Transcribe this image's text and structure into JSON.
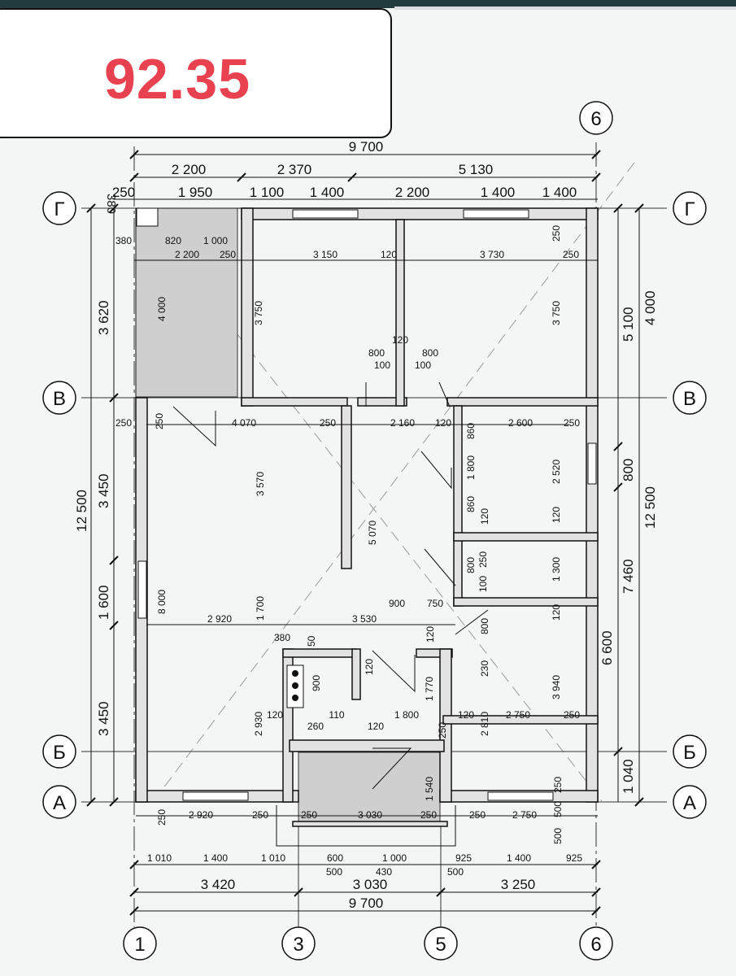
{
  "area_badge": {
    "value": "92.35",
    "color": "#e8414f"
  },
  "axes": {
    "columns": [
      "1",
      "3",
      "5",
      "6"
    ],
    "column_top": "6",
    "rows": [
      "Г",
      "В",
      "Б",
      "А"
    ]
  },
  "dims": {
    "top_total": "9 700",
    "top_row2": [
      "2 200",
      "2 370",
      "5 130"
    ],
    "top_row3": [
      "250",
      "1 950",
      "1 100",
      "1 400",
      "2 200",
      "1 400",
      "1 400"
    ],
    "top_corner": "380",
    "porch_top": [
      "380",
      "820",
      "1 000"
    ],
    "porch_row": [
      "2 200",
      "250"
    ],
    "bed_row": [
      "3 150",
      "120",
      "3 730",
      "250"
    ],
    "bed_heights": [
      "3 750",
      "3 750",
      "4 000",
      "250"
    ],
    "doors_mid": [
      "800",
      "120",
      "800",
      "100",
      "100"
    ],
    "living_row": [
      "250",
      "250",
      "4 070",
      "250",
      "2 160",
      "120",
      "2 600",
      "250"
    ],
    "right_rooms": [
      "860",
      "1 800",
      "860",
      "120",
      "2 520",
      "120",
      "1 300",
      "800",
      "250",
      "100",
      "120",
      "800"
    ],
    "center_vertical": [
      "5 070",
      "3 570",
      "1 700",
      "8 000"
    ],
    "mid_row": [
      "900",
      "750",
      "2 920",
      "3 530"
    ],
    "kitchen": [
      "380",
      "50",
      "120",
      "120",
      "900",
      "230",
      "1 770",
      "2 930",
      "3 940",
      "6 600"
    ],
    "lower_row": [
      "120",
      "260",
      "110",
      "120",
      "1 800",
      "120",
      "2 750",
      "250",
      "250",
      "2 810"
    ],
    "bottom_row1": [
      "250",
      "2 920",
      "250",
      "250",
      "3 030",
      "250",
      "250",
      "2 750",
      "500",
      "500"
    ],
    "bottom_sub": [
      "1 540",
      "250",
      "250"
    ],
    "bottom_row2": [
      "1 010",
      "1 400",
      "1 010",
      "600",
      "1 000",
      "925",
      "1 400",
      "925"
    ],
    "bottom_row2_sub": [
      "500",
      "430",
      "500"
    ],
    "bottom_row3": [
      "3 420",
      "3 030",
      "3 250"
    ],
    "bottom_total": "9 700",
    "left_side": [
      "3 620",
      "3 450",
      "1 600",
      "3 450",
      "12 500"
    ],
    "right_side": [
      "5 100",
      "4 000",
      "800",
      "7 460",
      "12 500",
      "6 600",
      "1 040"
    ]
  },
  "colors": {
    "wall": "#e2e2e2",
    "hatch": "#cfcfcf",
    "line": "#111111",
    "badge_text": "#e8414f"
  }
}
